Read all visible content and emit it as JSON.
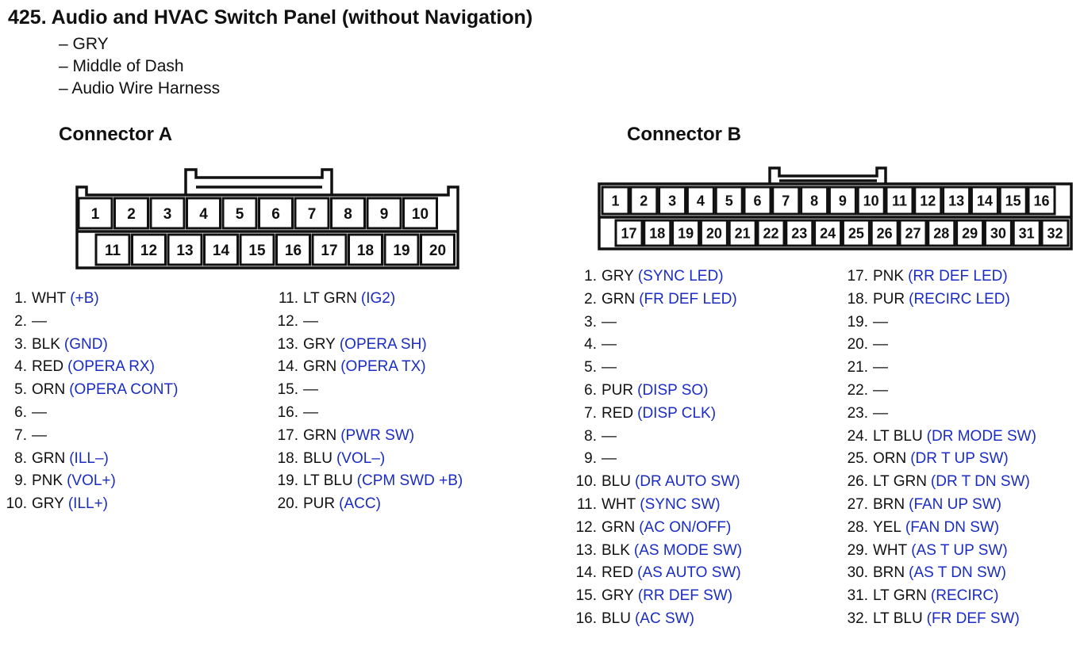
{
  "header": {
    "title": "425.  Audio and HVAC Switch Panel (without Navigation)",
    "details": [
      "– GRY",
      "– Middle of Dash",
      "– Audio Wire Harness"
    ]
  },
  "connector_a": {
    "title": "Connector A",
    "top_row": [
      "1",
      "2",
      "3",
      "4",
      "5",
      "6",
      "7",
      "8",
      "9",
      "10"
    ],
    "bottom_row": [
      "11",
      "12",
      "13",
      "14",
      "15",
      "16",
      "17",
      "18",
      "19",
      "20"
    ],
    "pins_left": [
      {
        "num": "1.",
        "color": "WHT",
        "func": "(+B)"
      },
      {
        "num": "2.",
        "color": "—",
        "func": ""
      },
      {
        "num": "3.",
        "color": "BLK",
        "func": "(GND)"
      },
      {
        "num": "4.",
        "color": "RED",
        "func": "(OPERA RX)"
      },
      {
        "num": "5.",
        "color": "ORN",
        "func": "(OPERA CONT)"
      },
      {
        "num": "6.",
        "color": "—",
        "func": ""
      },
      {
        "num": "7.",
        "color": "—",
        "func": ""
      },
      {
        "num": "8.",
        "color": "GRN",
        "func": "(ILL–)"
      },
      {
        "num": "9.",
        "color": "PNK",
        "func": "(VOL+)"
      },
      {
        "num": "10.",
        "color": "GRY",
        "func": "(ILL+)"
      }
    ],
    "pins_right": [
      {
        "num": "11.",
        "color": "LT GRN",
        "func": "(IG2)"
      },
      {
        "num": "12.",
        "color": "—",
        "func": ""
      },
      {
        "num": "13.",
        "color": "GRY",
        "func": "(OPERA SH)"
      },
      {
        "num": "14.",
        "color": "GRN",
        "func": "(OPERA TX)"
      },
      {
        "num": "15.",
        "color": "—",
        "func": ""
      },
      {
        "num": "16.",
        "color": "—",
        "func": ""
      },
      {
        "num": "17.",
        "color": "GRN",
        "func": "(PWR SW)"
      },
      {
        "num": "18.",
        "color": "BLU",
        "func": "(VOL–)"
      },
      {
        "num": "19.",
        "color": "LT BLU",
        "func": "(CPM SWD +B)"
      },
      {
        "num": "20.",
        "color": "PUR",
        "func": "(ACC)"
      }
    ]
  },
  "connector_b": {
    "title": "Connector B",
    "top_row": [
      "1",
      "2",
      "3",
      "4",
      "5",
      "6",
      "7",
      "8",
      "9",
      "10",
      "11",
      "12",
      "13",
      "14",
      "15",
      "16"
    ],
    "bottom_row": [
      "17",
      "18",
      "19",
      "20",
      "21",
      "22",
      "23",
      "24",
      "25",
      "26",
      "27",
      "28",
      "29",
      "30",
      "31",
      "32"
    ],
    "pins_left": [
      {
        "num": "1.",
        "color": "GRY",
        "func": "(SYNC LED)"
      },
      {
        "num": "2.",
        "color": "GRN",
        "func": "(FR DEF LED)"
      },
      {
        "num": "3.",
        "color": "—",
        "func": ""
      },
      {
        "num": "4.",
        "color": "—",
        "func": ""
      },
      {
        "num": "5.",
        "color": "—",
        "func": ""
      },
      {
        "num": "6.",
        "color": "PUR",
        "func": "(DISP SO)"
      },
      {
        "num": "7.",
        "color": "RED",
        "func": "(DISP CLK)"
      },
      {
        "num": "8.",
        "color": "—",
        "func": ""
      },
      {
        "num": "9.",
        "color": "—",
        "func": ""
      },
      {
        "num": "10.",
        "color": "BLU",
        "func": "(DR AUTO SW)"
      },
      {
        "num": "11.",
        "color": "WHT",
        "func": "(SYNC SW)"
      },
      {
        "num": "12.",
        "color": "GRN",
        "func": "(AC ON/OFF)"
      },
      {
        "num": "13.",
        "color": "BLK",
        "func": "(AS MODE SW)"
      },
      {
        "num": "14.",
        "color": "RED",
        "func": "(AS AUTO SW)"
      },
      {
        "num": "15.",
        "color": "GRY",
        "func": "(RR DEF SW)"
      },
      {
        "num": "16.",
        "color": "BLU",
        "func": "(AC SW)"
      }
    ],
    "pins_right": [
      {
        "num": "17.",
        "color": "PNK",
        "func": "(RR DEF LED)"
      },
      {
        "num": "18.",
        "color": "PUR",
        "func": "(RECIRC LED)"
      },
      {
        "num": "19.",
        "color": "—",
        "func": ""
      },
      {
        "num": "20.",
        "color": "—",
        "func": ""
      },
      {
        "num": "21.",
        "color": "—",
        "func": ""
      },
      {
        "num": "22.",
        "color": "—",
        "func": ""
      },
      {
        "num": "23.",
        "color": "—",
        "func": ""
      },
      {
        "num": "24.",
        "color": "LT BLU",
        "func": "(DR MODE SW)"
      },
      {
        "num": "25.",
        "color": "ORN",
        "func": "(DR T UP SW)"
      },
      {
        "num": "26.",
        "color": "LT GRN",
        "func": "(DR T DN SW)"
      },
      {
        "num": "27.",
        "color": "BRN",
        "func": "(FAN UP SW)"
      },
      {
        "num": "28.",
        "color": "YEL",
        "func": "(FAN DN SW)"
      },
      {
        "num": "29.",
        "color": "WHT",
        "func": "(AS T UP SW)"
      },
      {
        "num": "30.",
        "color": "BRN",
        "func": "(AS T DN SW)"
      },
      {
        "num": "31.",
        "color": "LT GRN",
        "func": "(RECIRC)"
      },
      {
        "num": "32.",
        "color": "LT BLU",
        "func": "(FR DEF SW)"
      }
    ]
  },
  "colors": {
    "text": "#111111",
    "function_label": "#1a2cc4"
  }
}
